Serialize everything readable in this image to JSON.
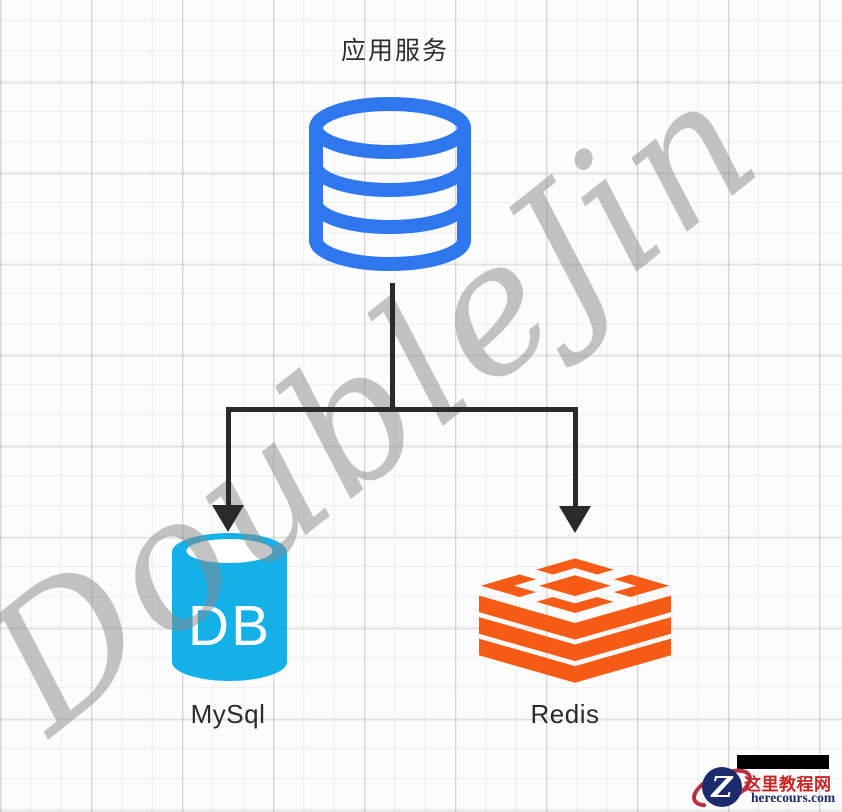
{
  "diagram": {
    "title": "应用服务",
    "watermark_text": "DoubleJin",
    "watermark_color": "#b0b0b0",
    "connector_color": "#2a2a2a",
    "app_node": {
      "icon": "database-outline-icon",
      "color": "#2e77ee"
    },
    "mysql_node": {
      "label": "MySql",
      "icon": "db-cylinder-icon",
      "icon_text": "DB",
      "color": "#14b0e8"
    },
    "redis_node": {
      "label": "Redis",
      "icon": "redis-stack-icon",
      "color": "#f75b15"
    }
  },
  "branding": {
    "bar_color": "#000000",
    "monogram": "Z",
    "monogram_bg": "#1c2b6a",
    "orbit_color": "#b93043",
    "site_name": "这里教程网",
    "site_name_color": "#c72626",
    "site_url": "herecours.com",
    "site_url_color": "#1c2b6a"
  }
}
